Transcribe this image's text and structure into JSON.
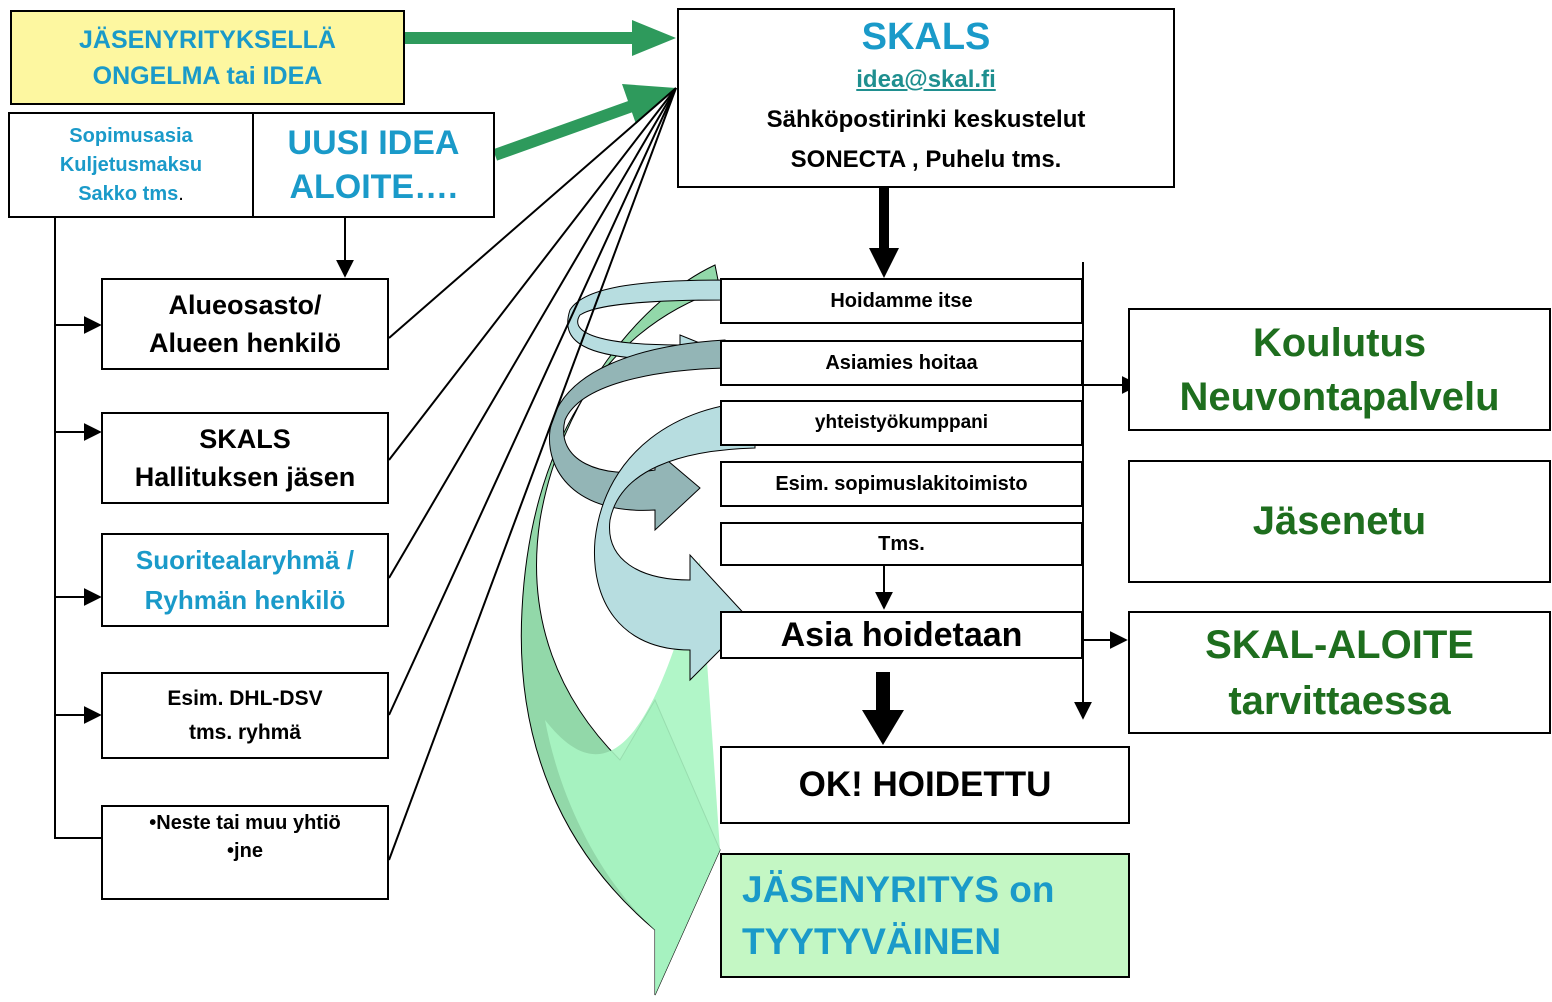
{
  "colors": {
    "accent_blue": "#1a9ac9",
    "dark_green": "#1e6e1e",
    "idea_yellow": "#fdf7a0",
    "satisfied_green": "#c4f7c4",
    "arrow_green": "#2e9a5c",
    "swirl_green": "#7fd19a",
    "swirl_light": "#b7dde0",
    "swirl_grey": "#93b5b6"
  },
  "idea_box": {
    "line1": "JÄSENYRITYKSELLÄ",
    "line2": "ONGELMA tai IDEA"
  },
  "topics_box": {
    "line1": "Sopimusasia",
    "line2": "Kuljetusmaksu",
    "line3a": "Sakko tms",
    "line3b": "."
  },
  "new_idea_box": {
    "line1": "UUSI IDEA",
    "line2": "ALOITE…."
  },
  "channels": [
    {
      "line1": "Alueosasto/",
      "line2": "Alueen henkilö"
    },
    {
      "line1": "SKALS",
      "line2": "Hallituksen jäsen"
    },
    {
      "line1": "Suoritealaryhmä /",
      "line2": "Ryhmän henkilö"
    },
    {
      "line1": "Esim. DHL-DSV",
      "line2": "tms. ryhmä"
    },
    {
      "line1": "•Neste tai muu yhtiö",
      "line2": "•jne"
    }
  ],
  "skals_box": {
    "title": "SKALS",
    "email": "idea@skal.fi",
    "line3": "Sähköpostirinki keskustelut",
    "line4": "SONECTA , Puhelu tms."
  },
  "handling_options": [
    "Hoidamme itse",
    "Asiamies hoitaa",
    "yhteistyökumppani",
    "Esim. sopimuslakitoimisto",
    "Tms."
  ],
  "handled_box": {
    "text": "Asia hoidetaan"
  },
  "ok_box": {
    "text": "OK! HOIDETTU"
  },
  "satisfied_box": {
    "line1": "JÄSENYRITYS on",
    "line2": "TYYTYVÄINEN"
  },
  "outcomes": [
    {
      "line1": "Koulutus",
      "line2": "Neuvontapalvelu"
    },
    {
      "line1": "Jäsenetu",
      "line2": ""
    },
    {
      "line1": "SKAL-ALOITE",
      "line2": "tarvittaessa"
    }
  ]
}
